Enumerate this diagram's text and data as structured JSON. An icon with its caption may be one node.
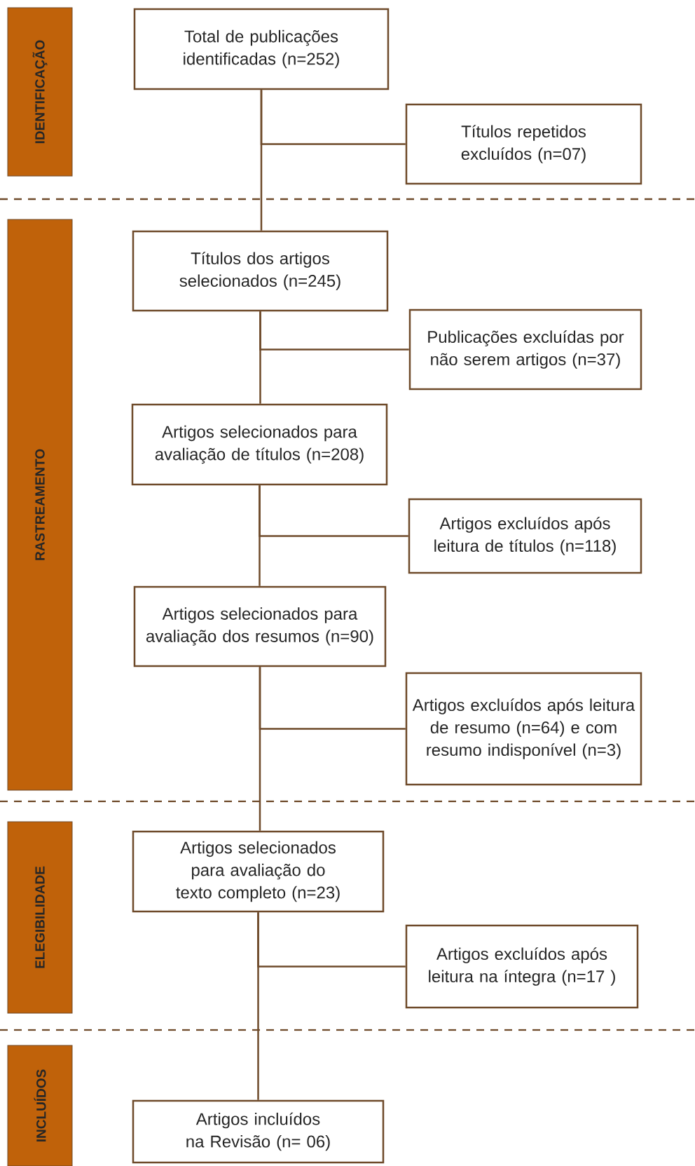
{
  "diagram": {
    "nodes": [
      {
        "text": [
          "IDENTIFICAÇÃO"
        ]
      },
      {
        "text": [
          "Total de publicações identificadas (n=252)"
        ]
      },
      {
        "text": [
          "Títulos repetidos excluídos (n=07)"
        ]
      },
      {
        "text": [
          "RASTREAMENTO"
        ]
      },
      {
        "text": [
          "Títulos dos artigos selecionados (n=245)"
        ]
      },
      {
        "text": [
          "Publicações excluídas por não serem artigos (n=37)"
        ]
      },
      {
        "text": [
          "Artigos selecionados para avaliação de títulos (n=208)"
        ]
      },
      {
        "text": [
          "Artigos excluídos após leitura de títulos (n=118)"
        ]
      },
      {
        "text": [
          "Artigos selecionados para avaliação dos resumos (n=90)"
        ]
      },
      {
        "text": [
          "Artigos excluídos após leitura de resumo (n=64) e com resumo indisponível (n=3)"
        ]
      },
      {
        "text": [
          "ELEGIBILIDADE"
        ]
      },
      {
        "text": [
          "Artigos selecionados para avaliação do texto completo (n=23)"
        ]
      },
      {
        "text": [
          "Artigos excluídos após leitura na íntegra (n=17 )"
        ]
      },
      {
        "text": [
          "INCLUÍDOS"
        ]
      },
      {
        "text": [
          "Artigos incluídos na Revisão (n= 06)"
        ]
      }
    ],
    "edges": [
      {
        "from": 1,
        "to": 4,
        "arrow": "none"
      },
      {
        "from": 1,
        "to": 2,
        "arrow": "none"
      },
      {
        "from": 4,
        "to": 6,
        "arrow": "none"
      },
      {
        "from": 4,
        "to": 5,
        "arrow": "none"
      },
      {
        "from": 6,
        "to": 8,
        "arrow": "none"
      },
      {
        "from": 6,
        "to": 7,
        "arrow": "none"
      },
      {
        "from": 8,
        "to": 11,
        "arrow": "none"
      },
      {
        "from": 8,
        "to": 9,
        "arrow": "none"
      },
      {
        "from": 11,
        "to": 14,
        "arrow": "none"
      },
      {
        "from": 11,
        "to": 12,
        "arrow": "none"
      }
    ]
  }
}
